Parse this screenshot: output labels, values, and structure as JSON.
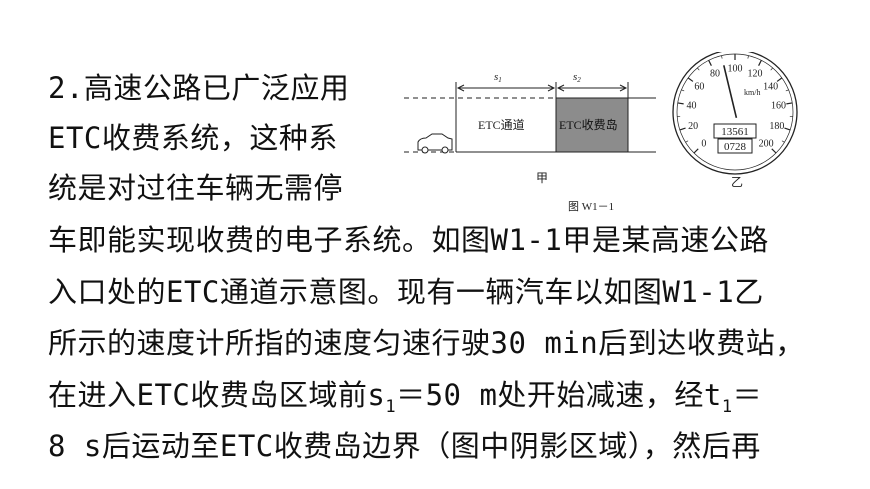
{
  "problem": {
    "number": "2.",
    "lines": [
      {
        "text": "高速公路已广泛应用"
      },
      {
        "text": "ETC收费系统，这种系"
      },
      {
        "text": "统是对过往车辆无需停"
      },
      {
        "text": "车即能实现收费的电子系统。如图W1-1甲是某高速公路"
      },
      {
        "text": "入口处的ETC通道示意图。现有一辆汽车以如图W1-1乙"
      },
      {
        "text": "所示的速度计所指的速度匀速行驶30 min后到达收费站，"
      },
      {
        "pre": "在进入ETC收费岛区域前s",
        "sub1": "1",
        "mid": "＝50 m处开始减速，经t",
        "sub2": "1",
        "post": "＝"
      },
      {
        "text": "8 s后运动至ETC收费岛边界（图中阴影区域），然后再"
      }
    ]
  },
  "figure": {
    "s1_label": "s",
    "s1_sub": "1",
    "s2_label": "s",
    "s2_sub": "2",
    "channel_label": "ETC通道",
    "island_label": "ETC收费岛",
    "jia_label": "甲",
    "yi_label": "乙",
    "caption": "图 W1－1",
    "speedometer": {
      "unit": "km/h",
      "ticks": [
        "0",
        "20",
        "40",
        "60",
        "80",
        "100",
        "120",
        "140",
        "160",
        "180",
        "200"
      ],
      "odometer_total": "13561",
      "odometer_trip": "0728",
      "needle_speed_kmh": 90
    },
    "colors": {
      "island_fill": "#8c8c8c",
      "line": "#222222"
    }
  }
}
